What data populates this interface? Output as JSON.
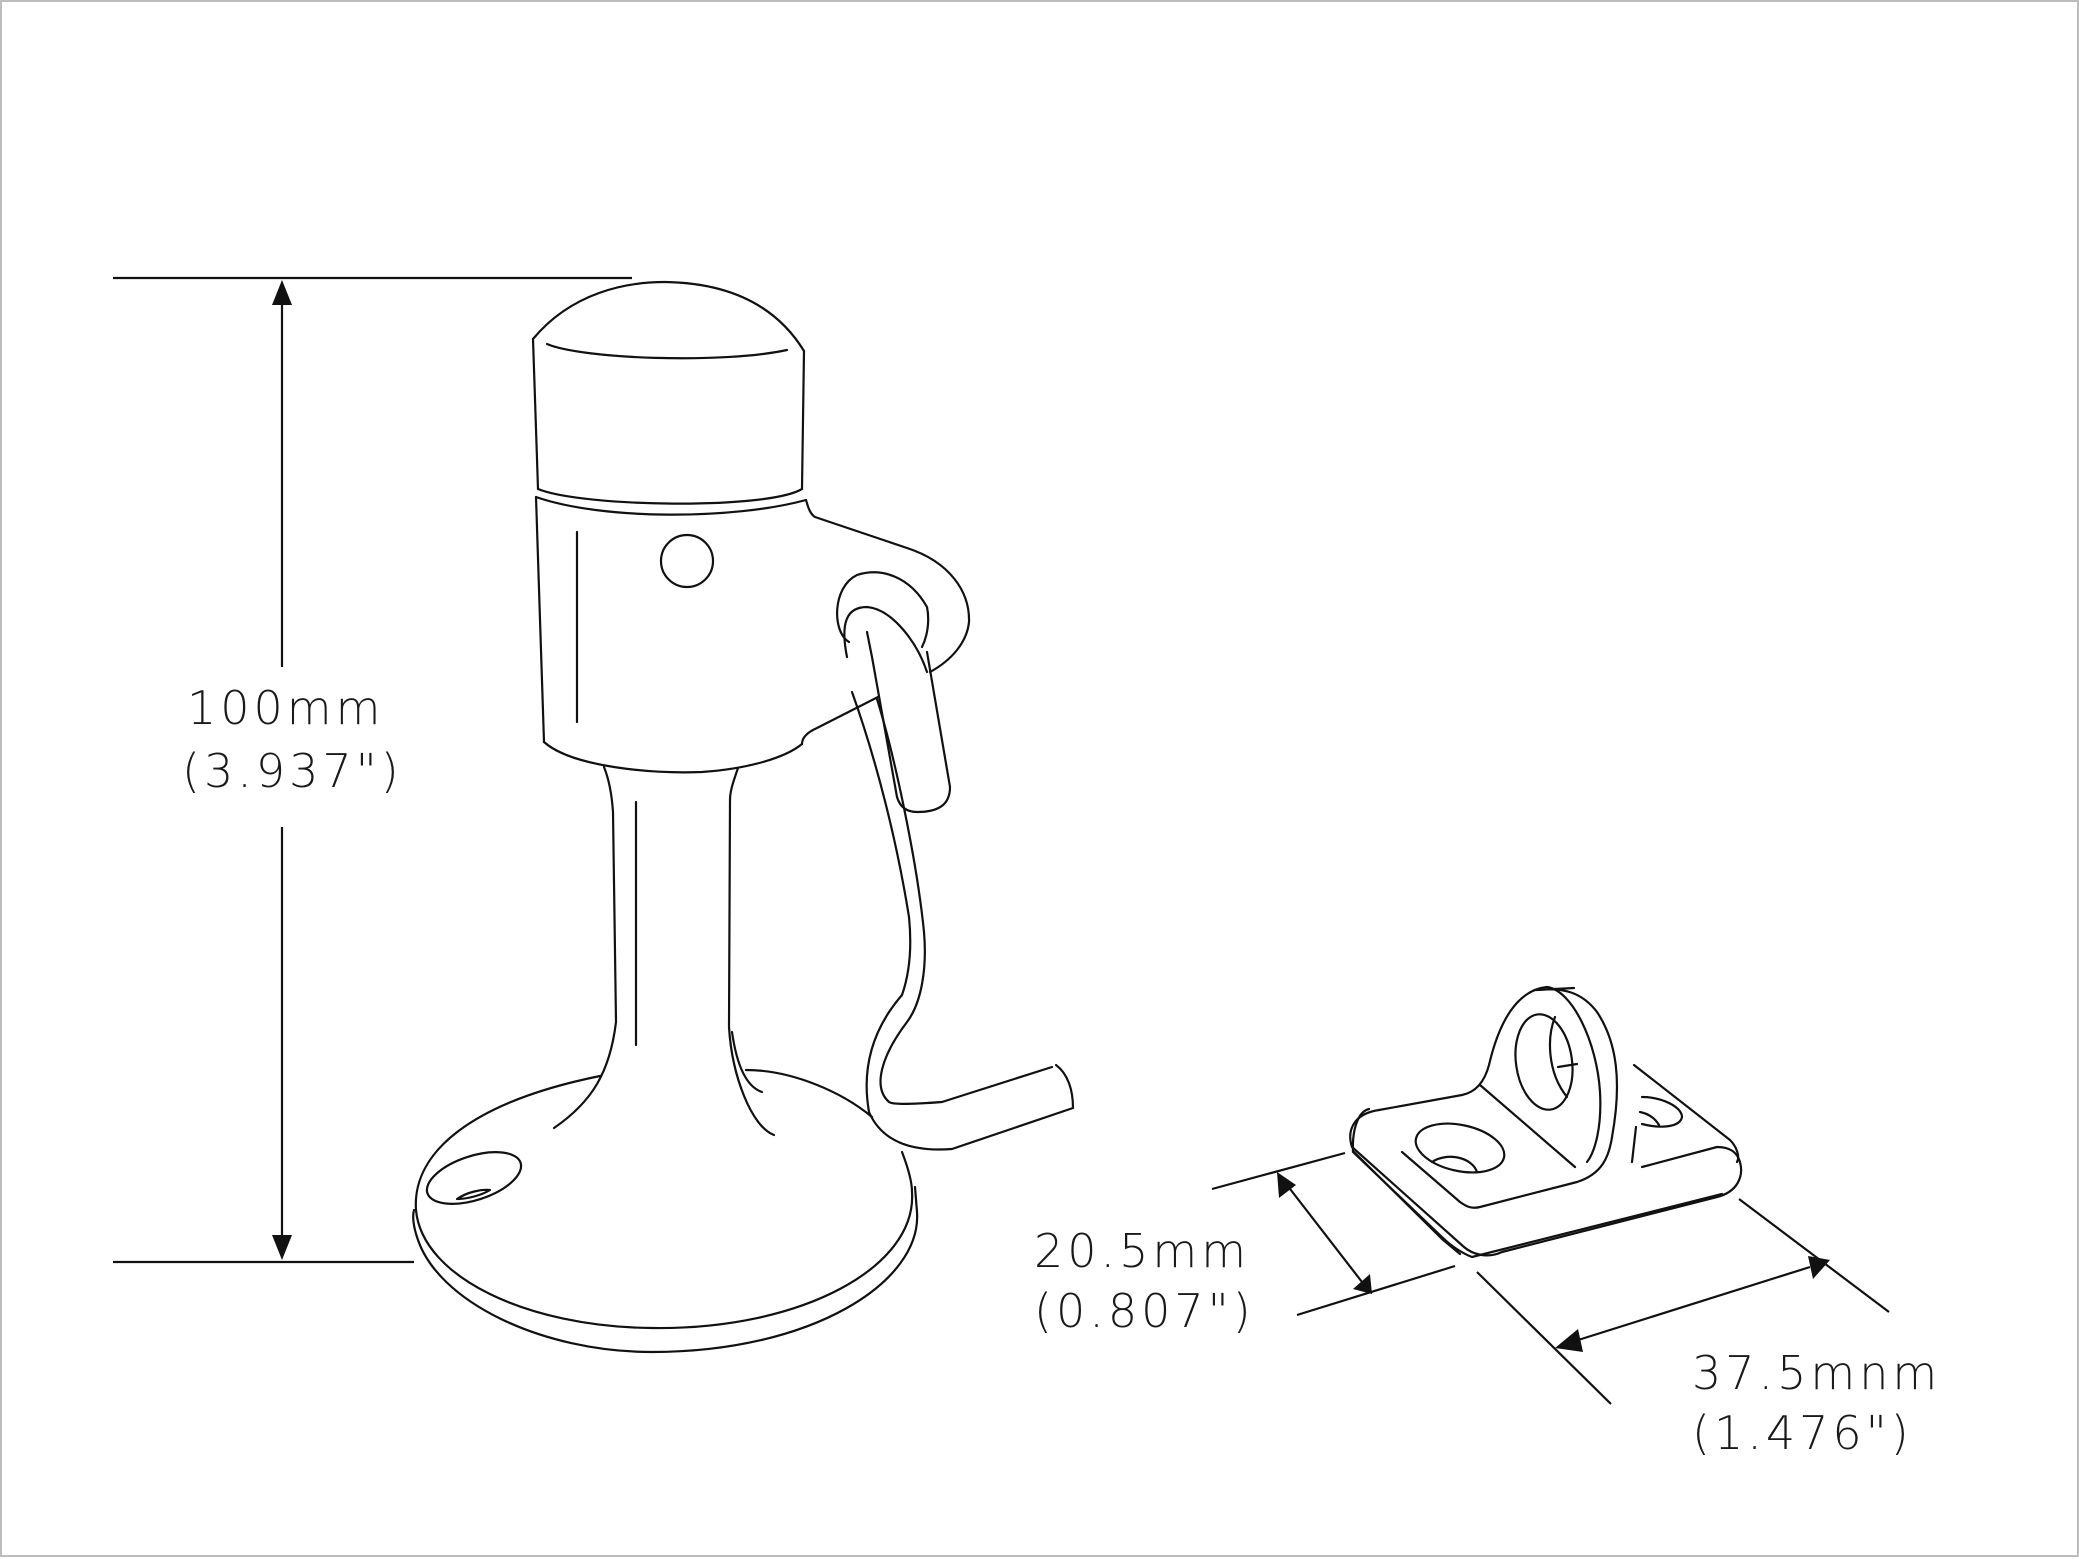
{
  "dimensions": {
    "height": {
      "metric": "100mm",
      "imperial": "(3.937\")"
    },
    "width": {
      "metric": "20.5mm",
      "imperial": "(0.807\")"
    },
    "length": {
      "metric": "37.5mnm",
      "imperial": "(1.476\")"
    }
  },
  "colors": {
    "line": "#111111",
    "border": "#bdbdbd",
    "background": "#ffffff"
  }
}
